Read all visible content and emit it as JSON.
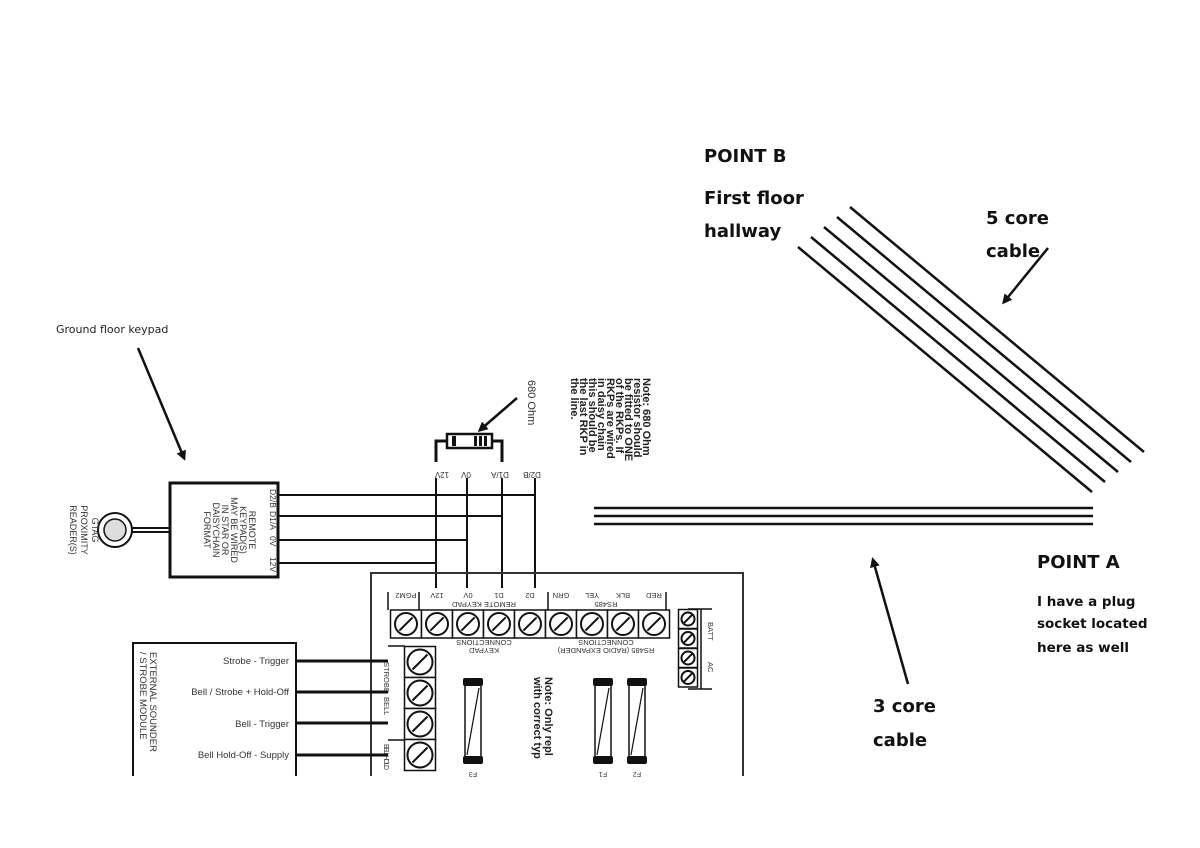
{
  "annotations": {
    "point_b": "POINT B",
    "point_b_desc_1": "First floor",
    "point_b_desc_2": "hallway",
    "five_core_1": "5 core",
    "five_core_2": "cable",
    "point_a": "POINT A",
    "point_a_desc_1": "I have a plug",
    "point_a_desc_2": "socket located",
    "point_a_desc_3": "here as well",
    "three_core_1": "3 core",
    "three_core_2": "cable",
    "ground_floor_keypad": "Ground floor keypad"
  },
  "keypad_box": {
    "lines": [
      "REMOTE",
      "KEYPAD(S)",
      "MAY BE WIRED",
      "IN STAR OR",
      "DAISYCHAIN",
      "FORMAT"
    ],
    "terminals": [
      "D2/B",
      "D1/A",
      "0V",
      "12V"
    ]
  },
  "reader": {
    "lines": [
      "GTAG",
      "PROXIMITY",
      "READER(S)"
    ]
  },
  "resistor": {
    "label": "680 Ohm",
    "terminals": [
      "12V",
      "0V",
      "D1/A",
      "D2/B"
    ]
  },
  "note_resistor": {
    "lines": [
      "Note: 680 Ohm",
      "resistor should",
      "be fitted to ONE",
      "of the RKPs. If",
      "RKPs are wired",
      "in daisy chain",
      "this should be",
      "the last RKP in",
      "the line."
    ]
  },
  "board": {
    "top_terminals": [
      "PGM2",
      "12V",
      "0V",
      "D1",
      "D2",
      "GRN",
      "YEL",
      "BLK",
      "RED"
    ],
    "group_remote_keypad": "REMOTE KEYPAD",
    "group_rs485": "RS485",
    "keypad_connections": [
      "KEYPAD",
      "CONNECTIONS"
    ],
    "rs485_connections": [
      "RS485 (RADIO EXPANDER)",
      "CONNECTIONS"
    ],
    "power_labels": [
      "BATT",
      "AC"
    ],
    "side_labels": [
      "STROBE",
      "BELL",
      "BELL HOLD"
    ],
    "side_signs": [
      "-",
      "+",
      "-"
    ],
    "fuse_labels": [
      "F3",
      "F1",
      "F2"
    ],
    "note_fuse": [
      "Note: Only repl",
      "with correct typ"
    ]
  },
  "sounder_module": {
    "title_lines": [
      "EXTERNAL SOUNDER",
      "/ STROBE MODULE"
    ],
    "connections": [
      "Strobe - Trigger",
      "Bell / Strobe + Hold-Off",
      "Bell - Trigger",
      "Bell Hold-Off - Supply"
    ]
  },
  "cables": {
    "five_core_count": 5,
    "three_core_count": 3
  }
}
